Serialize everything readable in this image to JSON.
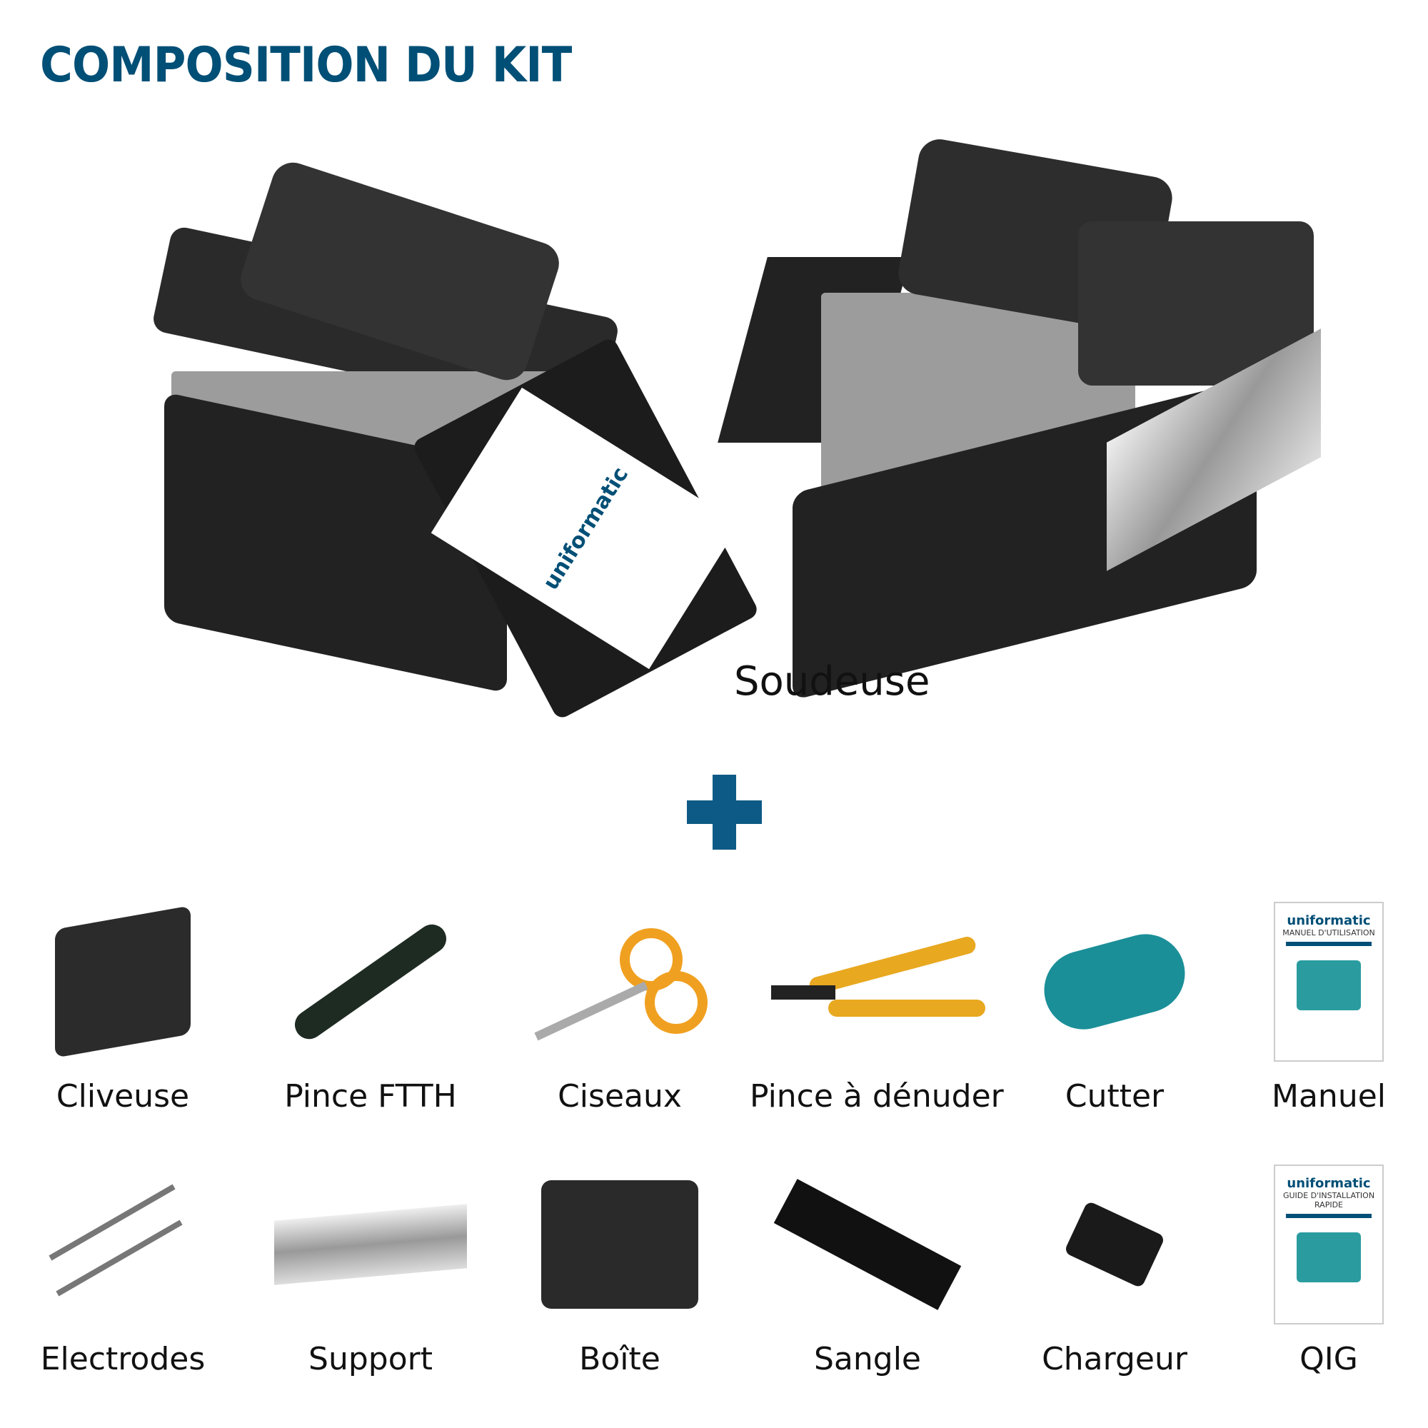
{
  "title": "COMPOSITION DU KIT",
  "main_product": {
    "label": "Soudeuse",
    "screen_brand": "uniformatic"
  },
  "plus_icon": "plus-icon",
  "accent_color": "#004f76",
  "items_row1": [
    {
      "label": "Cliveuse",
      "icon": "cleaver"
    },
    {
      "label": "Pince FTTH",
      "icon": "ftth-pliers"
    },
    {
      "label": "Ciseaux",
      "icon": "scissors"
    },
    {
      "label": "Pince à dénuder",
      "icon": "stripper"
    },
    {
      "label": "Cutter",
      "icon": "cutter"
    },
    {
      "label": "Manuel",
      "icon": "manual-document",
      "doc_brand": "uniformatic",
      "doc_title": "MANUEL D'UTILISATION"
    }
  ],
  "items_row2": [
    {
      "label": "Electrodes",
      "icon": "electrodes"
    },
    {
      "label": "Support",
      "icon": "bracket"
    },
    {
      "label": "Boîte",
      "icon": "case"
    },
    {
      "label": "Sangle",
      "icon": "strap"
    },
    {
      "label": "Chargeur",
      "icon": "charger"
    },
    {
      "label": "QIG",
      "icon": "qig-document",
      "doc_brand": "uniformatic",
      "doc_title": "GUIDE D'INSTALLATION RAPIDE"
    }
  ]
}
